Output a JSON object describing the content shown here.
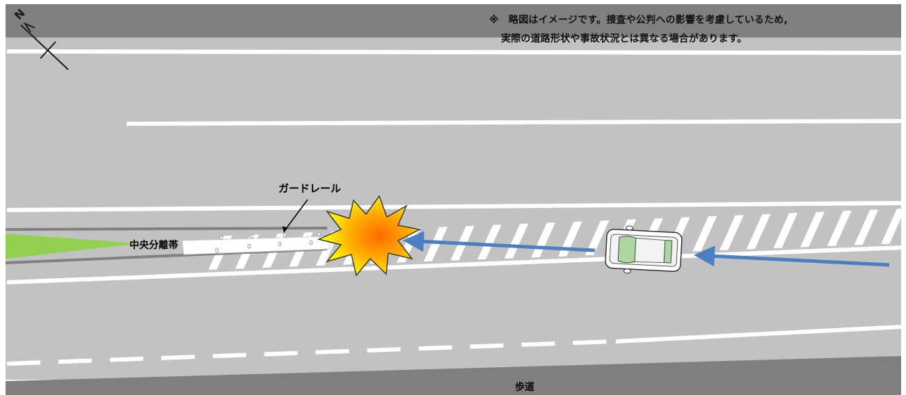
{
  "disclaimer": {
    "line1": "※　略図はイメージです。捜査や公判への影響を考慮しているため,",
    "line2": "実際の道路形状や事故状況とは異なる場合があります。"
  },
  "labels": {
    "guardrail": "ガードレール",
    "median": "中央分離帯",
    "sidewalk": "歩道"
  },
  "compass": {
    "direction": "N"
  },
  "colors": {
    "road": "#c2c2c2",
    "median_bar": "#808080",
    "sidewalk": "#7f7f7f",
    "arrow": "#4a7fc1",
    "median_green": "#92d050",
    "lane_marking": "#ffffff"
  }
}
